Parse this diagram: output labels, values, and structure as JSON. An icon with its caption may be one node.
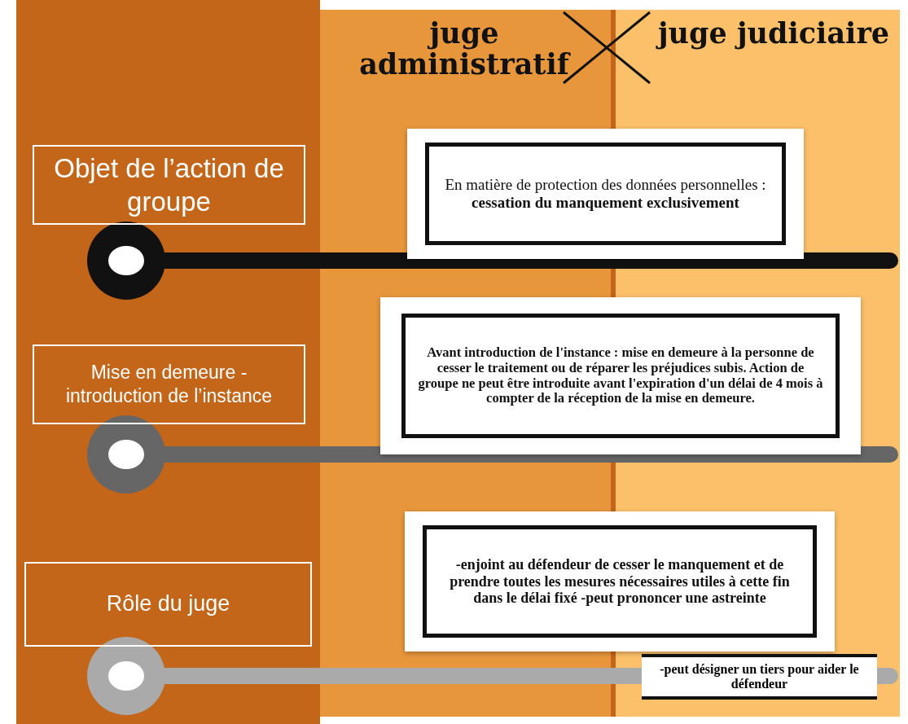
{
  "diagram": {
    "nodes": [
      {
        "text": [
          "Objet de l’action de groupe"
        ]
      },
      {
        "text": [
          "En matière de protection des données personnelles : **cessation du manquement exclusivement**"
        ]
      },
      {
        "text": [
          "Mise en demeure - introduction de l’instance"
        ]
      },
      {
        "text": [
          "Avant introduction de l'instance : mise en demeure à la personne de cesser le traitement ou de réparer les préjudices subis. Action de groupe ne peut être introduite avant l'expiration d'un délai de 4 mois à compter de la réception de la mise en demeure."
        ]
      },
      {
        "text": [
          "Rôle du juge"
        ]
      },
      {
        "text": [
          "-enjoint au défendeur de cesser le manquement et de prendre toutes les mesures nécessaires utiles à cette fin dans le délai fixé -peut prononcer une astreinte"
        ]
      },
      {
        "text": [
          "-peut désigner un tiers pour aider le défendeur"
        ]
      }
    ],
    "labels": [
      "juge administratif",
      "juge judiciaire"
    ]
  }
}
